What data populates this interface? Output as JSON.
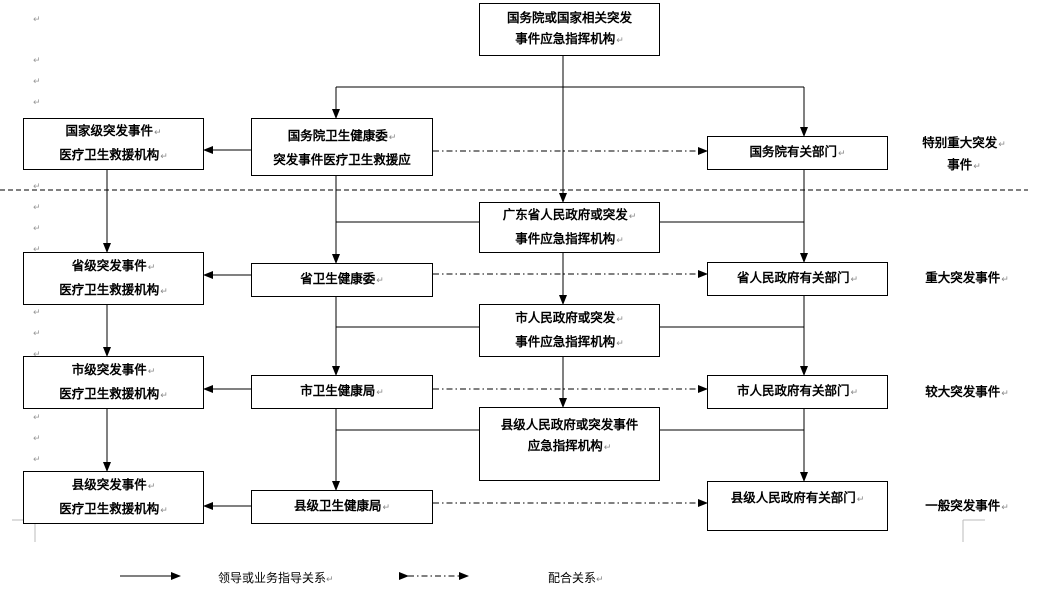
{
  "nodes": {
    "state_council": [
      "国务院或国家相关突发",
      "事件应急指挥机构"
    ],
    "nhc": [
      "国务院卫生健康委",
      "突发事件医疗卫生救援应"
    ],
    "state_depts": [
      "国务院有关部门"
    ],
    "national_rescue": [
      "国家级突发事件",
      "医疗卫生救援机构"
    ],
    "gd_gov": [
      "广东省人民政府或突发",
      "事件应急指挥机构"
    ],
    "prov_health": [
      "省卫生健康委"
    ],
    "prov_depts": [
      "省人民政府有关部门"
    ],
    "prov_rescue": [
      "省级突发事件",
      "医疗卫生救援机构"
    ],
    "city_gov": [
      "市人民政府或突发",
      "事件应急指挥机构"
    ],
    "city_health": [
      "市卫生健康局"
    ],
    "city_depts": [
      "市人民政府有关部门"
    ],
    "city_rescue": [
      "市级突发事件",
      "医疗卫生救援机构"
    ],
    "county_gov": [
      "县级人民政府或突发事件",
      "应急指挥机构"
    ],
    "county_health": [
      "县级卫生健康局"
    ],
    "county_depts": [
      "县级人民政府有关部门"
    ],
    "county_rescue": [
      "县级突发事件",
      "医疗卫生救援机构"
    ]
  },
  "levels": {
    "l1": [
      "特别重大突发",
      "事件"
    ],
    "l2": [
      "重大突发事件"
    ],
    "l3": [
      "较大突发事件"
    ],
    "l4": [
      "一般突发事件"
    ]
  },
  "legend": {
    "solid_label": "领导或业务指导关系",
    "dashdot_label": "配合关系"
  },
  "colors": {
    "line": "#000000",
    "mark": "#999999"
  }
}
